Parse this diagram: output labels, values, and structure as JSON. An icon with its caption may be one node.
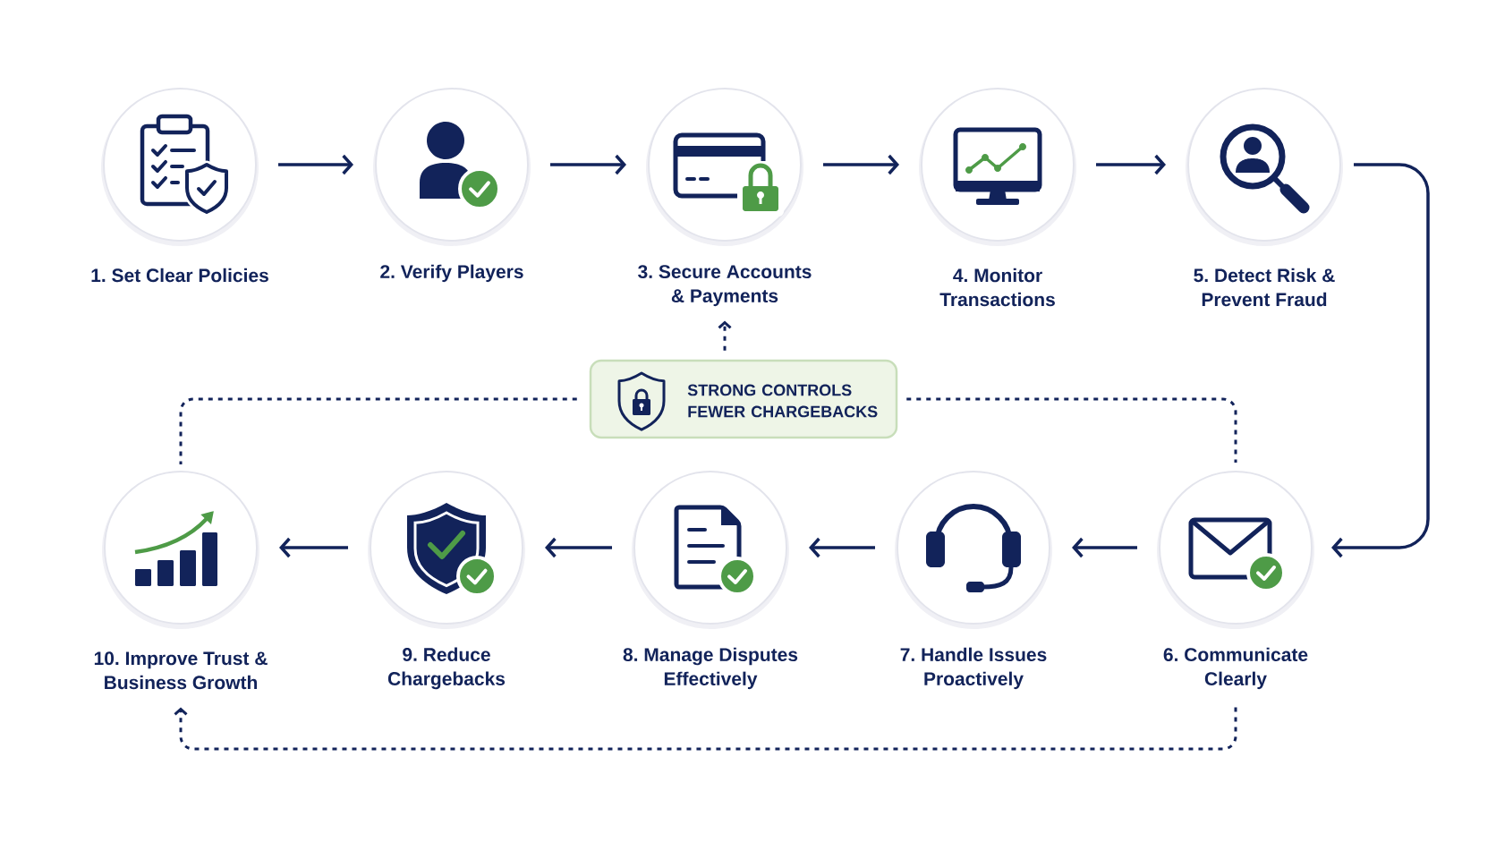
{
  "diagram": {
    "nodes": [
      {
        "text": [
          "1. Set Clear Policies"
        ]
      },
      {
        "text": [
          "2. Verify Players"
        ]
      },
      {
        "text": [
          "3. Secure Accounts & Payments"
        ]
      },
      {
        "text": [
          "4. Monitor Transactions"
        ]
      },
      {
        "text": [
          "5. Detect Risk & Prevent Fraud"
        ]
      },
      {
        "text": [
          "6. Communicate Clearly"
        ]
      },
      {
        "text": [
          "7. Handle Issues Proactively"
        ]
      },
      {
        "text": [
          "8. Manage Disputes Effectively"
        ]
      },
      {
        "text": [
          "9. Reduce Chargebacks"
        ]
      },
      {
        "text": [
          "10. Improve Trust & Business Growth"
        ]
      },
      {
        "text": [
          "STRONG CONTROLS FEWER CHARGEBACKS"
        ]
      }
    ],
    "edges": [
      {
        "from": 0,
        "to": 1,
        "arrow": "to"
      },
      {
        "from": 1,
        "to": 2,
        "arrow": "to"
      },
      {
        "from": 2,
        "to": 3,
        "arrow": "to"
      },
      {
        "from": 3,
        "to": 4,
        "arrow": "to"
      },
      {
        "from": 4,
        "to": 5,
        "arrow": "to"
      },
      {
        "from": 5,
        "to": 6,
        "arrow": "to"
      },
      {
        "from": 6,
        "to": 7,
        "arrow": "to"
      },
      {
        "from": 7,
        "to": 8,
        "arrow": "to"
      },
      {
        "from": 8,
        "to": 9,
        "arrow": "to"
      },
      {
        "from": 10,
        "to": 2,
        "arrow": "to",
        "style": "dashed"
      },
      {
        "from": 10,
        "to": 9,
        "arrow": "none",
        "style": "dashed"
      },
      {
        "from": 10,
        "to": 5,
        "arrow": "none",
        "style": "dashed"
      },
      {
        "from": 5,
        "to": 9,
        "arrow": "to",
        "style": "dashed"
      }
    ]
  }
}
